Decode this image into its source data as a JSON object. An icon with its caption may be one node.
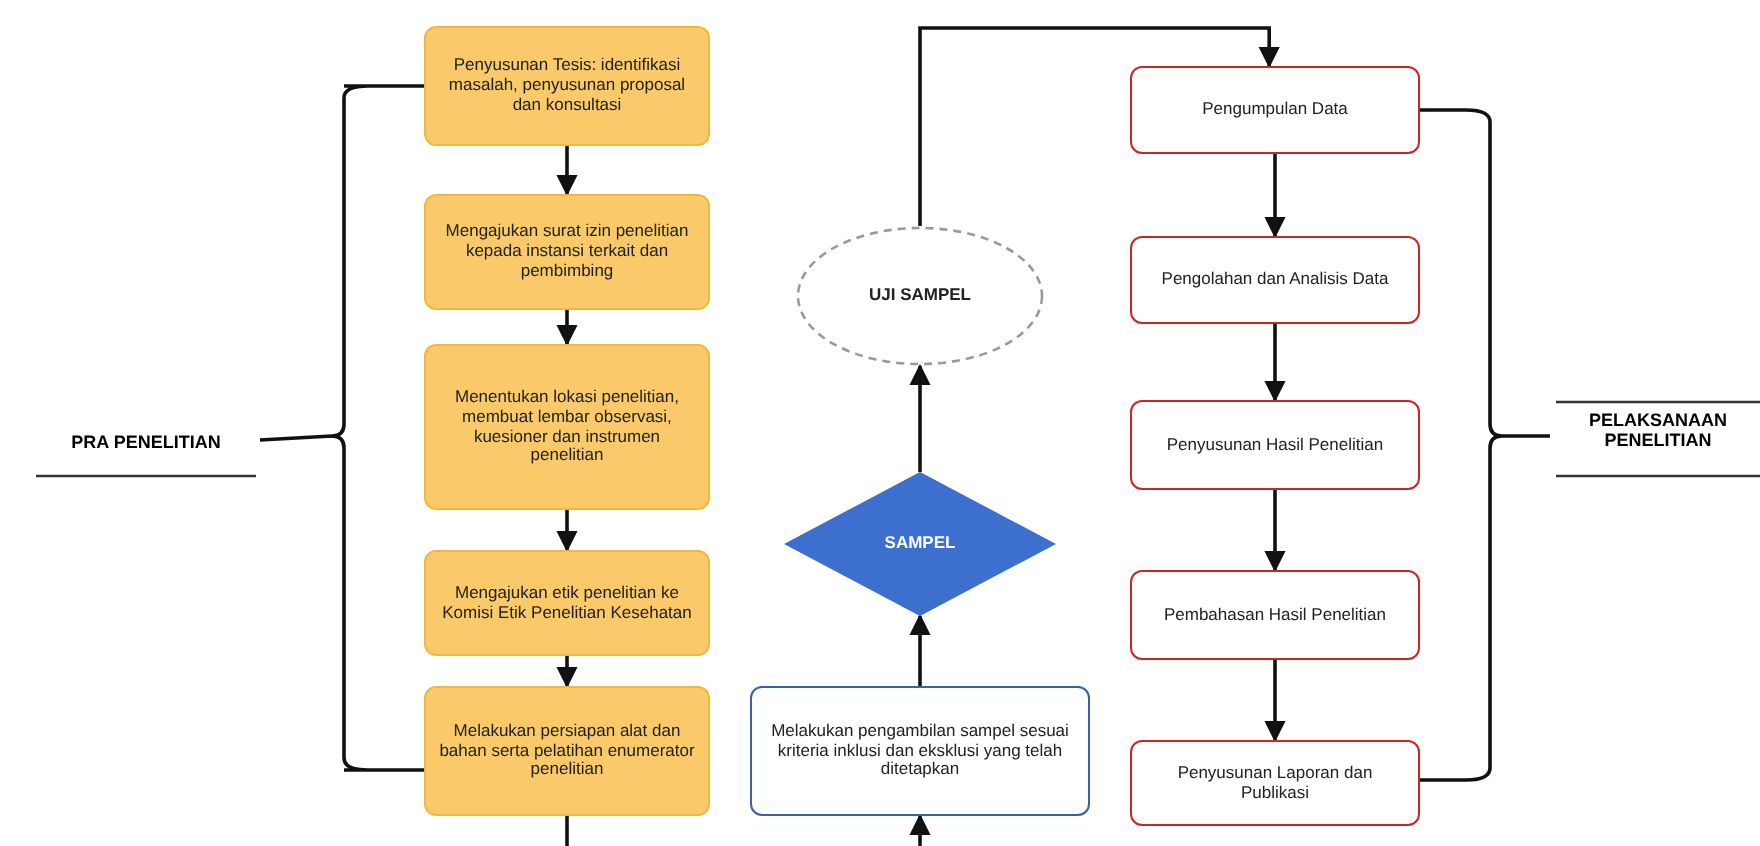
{
  "diagram": {
    "nodes": [
      {
        "text": [
          "Penyusunan Tesis: identifikasi masalah, penyusunan proposal dan konsultasi"
        ]
      },
      {
        "text": [
          "Mengajukan surat izin penelitian kepada instansi terkait dan pembimbing"
        ]
      },
      {
        "text": [
          "Menentukan lokasi penelitian, membuat lembar observasi, kuesioner dan instrumen penelitian"
        ]
      },
      {
        "text": [
          "Mengajukan etik penelitian ke Komisi Etik Penelitian Kesehatan"
        ]
      },
      {
        "text": [
          "Melakukan persiapan alat dan bahan serta pelatihan enumerator penelitian"
        ]
      },
      {
        "text": [
          "UJI SAMPEL"
        ]
      },
      {
        "text": [
          "SAMPEL"
        ]
      },
      {
        "text": [
          "Melakukan pengambilan sampel sesuai kriteria inklusi dan eksklusi yang telah ditetapkan"
        ]
      },
      {
        "text": [
          "Pengumpulan Data"
        ]
      },
      {
        "text": [
          "Pengolahan dan Analisis Data"
        ]
      },
      {
        "text": [
          "Penyusunan Hasil Penelitian"
        ]
      },
      {
        "text": [
          "Pembahasan Hasil Penelitian"
        ]
      },
      {
        "text": [
          "Penyusunan Laporan dan Publikasi"
        ]
      }
    ],
    "edges": [
      {
        "from": 0,
        "to": 1,
        "arrow": "to"
      },
      {
        "from": 1,
        "to": 2,
        "arrow": "to"
      },
      {
        "from": 2,
        "to": 3,
        "arrow": "to"
      },
      {
        "from": 3,
        "to": 4,
        "arrow": "to"
      },
      {
        "from": 4,
        "to": null,
        "arrow": "none"
      },
      {
        "from": null,
        "to": 7,
        "arrow": "to"
      },
      {
        "from": 7,
        "to": 6,
        "arrow": "to"
      },
      {
        "from": 6,
        "to": 5,
        "arrow": "to"
      },
      {
        "from": 5,
        "to": 8,
        "arrow": "to"
      },
      {
        "from": 8,
        "to": 9,
        "arrow": "to"
      },
      {
        "from": 9,
        "to": 10,
        "arrow": "to"
      },
      {
        "from": 10,
        "to": 11,
        "arrow": "to"
      },
      {
        "from": 11,
        "to": 12,
        "arrow": "to"
      }
    ],
    "labels": [
      "PRA PENELITIAN",
      "PELAKSANAAN PENELITIAN"
    ]
  }
}
